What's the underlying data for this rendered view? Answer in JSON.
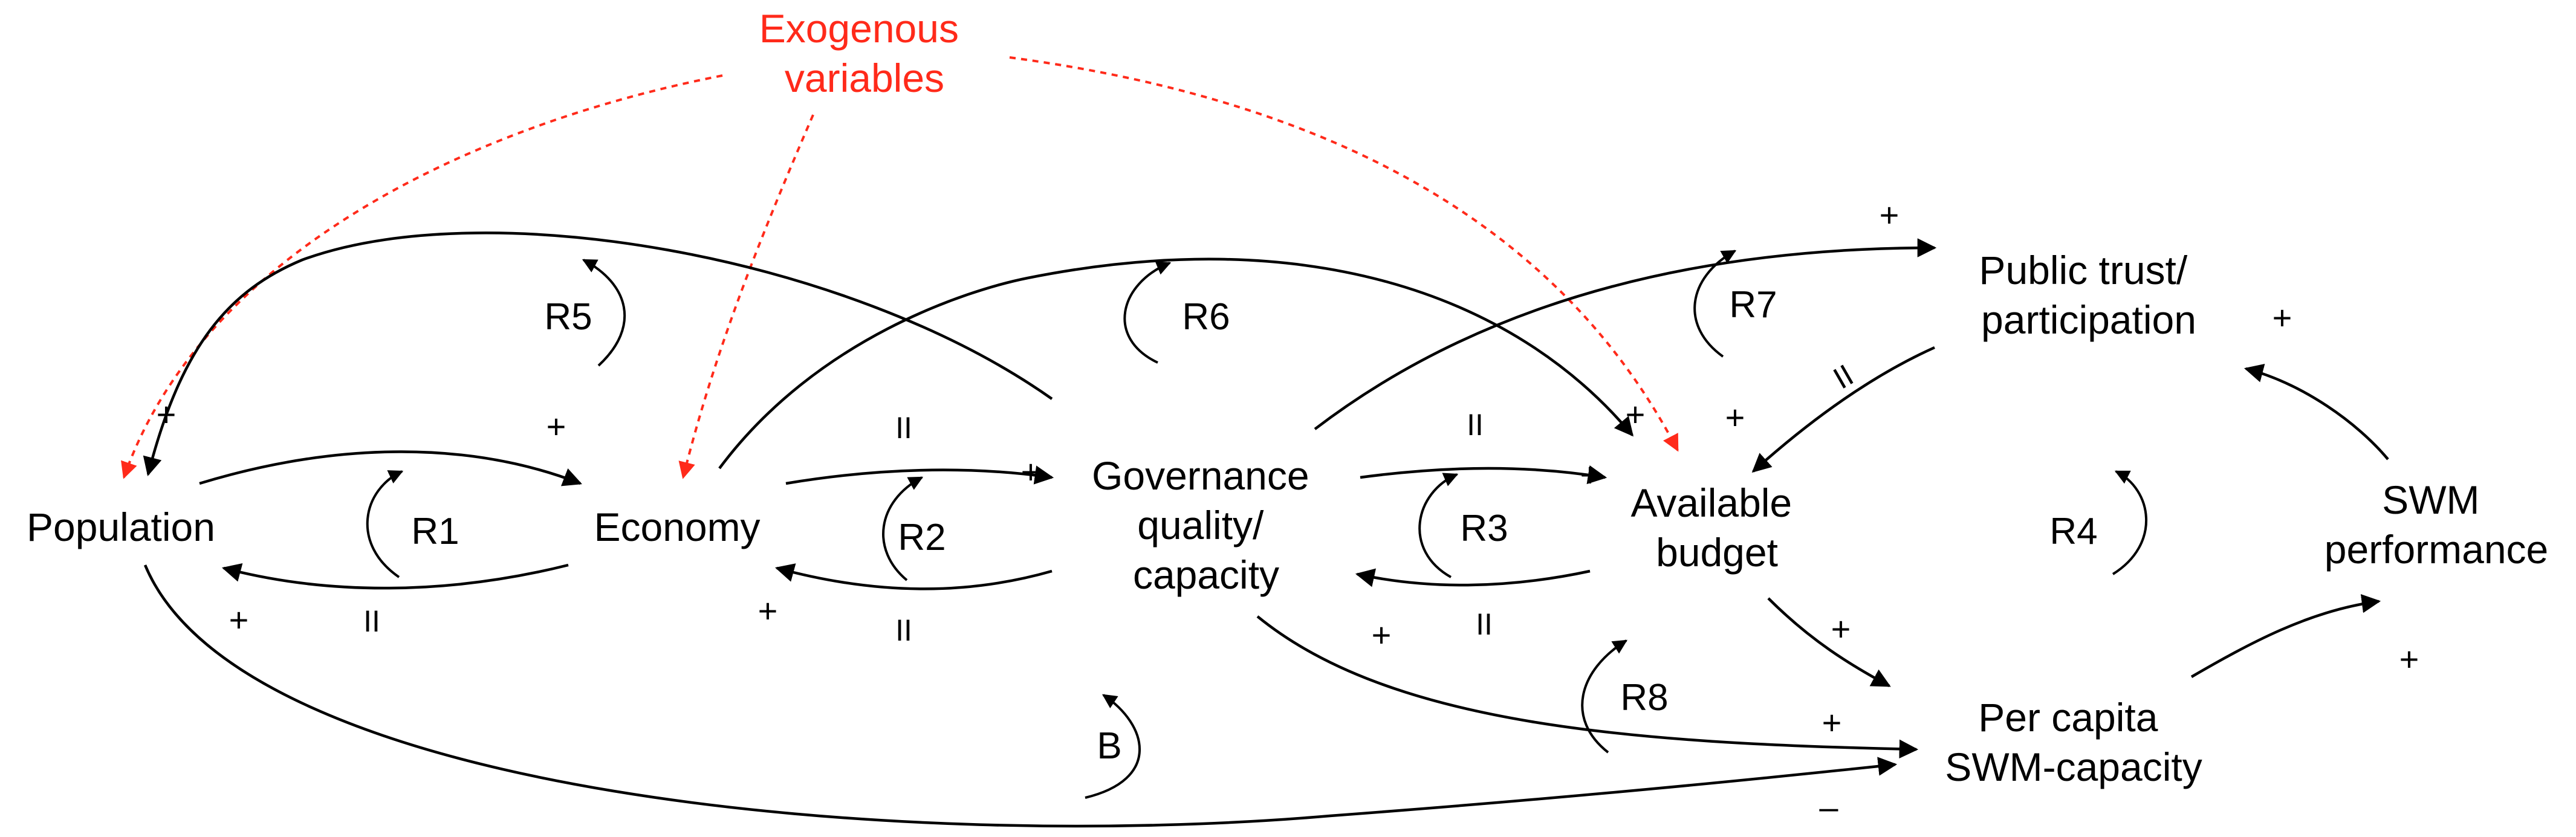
{
  "colors": {
    "exogenous": "#ff2a1a",
    "ink": "#000000"
  },
  "exogenous_label": {
    "line1": "Exogenous",
    "line2": "variables"
  },
  "nodes": {
    "population": "Population",
    "economy": "Economy",
    "governance": {
      "line1": "Governance",
      "line2": "quality/",
      "line3": "capacity"
    },
    "budget": {
      "line1": "Available",
      "line2": "budget"
    },
    "trust": {
      "line1": "Public trust/",
      "line2": "participation"
    },
    "swm_performance": {
      "line1": "SWM",
      "line2": "performance"
    },
    "capacity": {
      "line1": "Per capita",
      "line2": "SWM-capacity"
    }
  },
  "loops": [
    "R1",
    "R2",
    "R3",
    "R4",
    "R5",
    "R6",
    "R7",
    "R8",
    "B"
  ],
  "polarity": {
    "plus": "+",
    "minus": "–",
    "delay": "II"
  }
}
